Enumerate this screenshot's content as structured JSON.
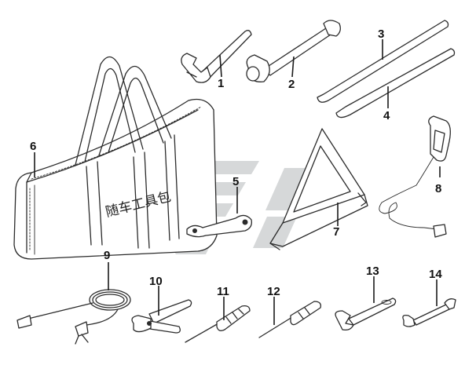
{
  "colors": {
    "line": "#2b2b2b",
    "watermark": "#cfd2d3",
    "background": "#ffffff"
  },
  "watermark": {
    "icon": "brand-logo-watermark"
  },
  "callouts": [
    "1",
    "2",
    "3",
    "4",
    "5",
    "6",
    "7",
    "8",
    "9",
    "10",
    "11",
    "12",
    "13",
    "14"
  ],
  "bag": {
    "label": "随车工具包"
  }
}
